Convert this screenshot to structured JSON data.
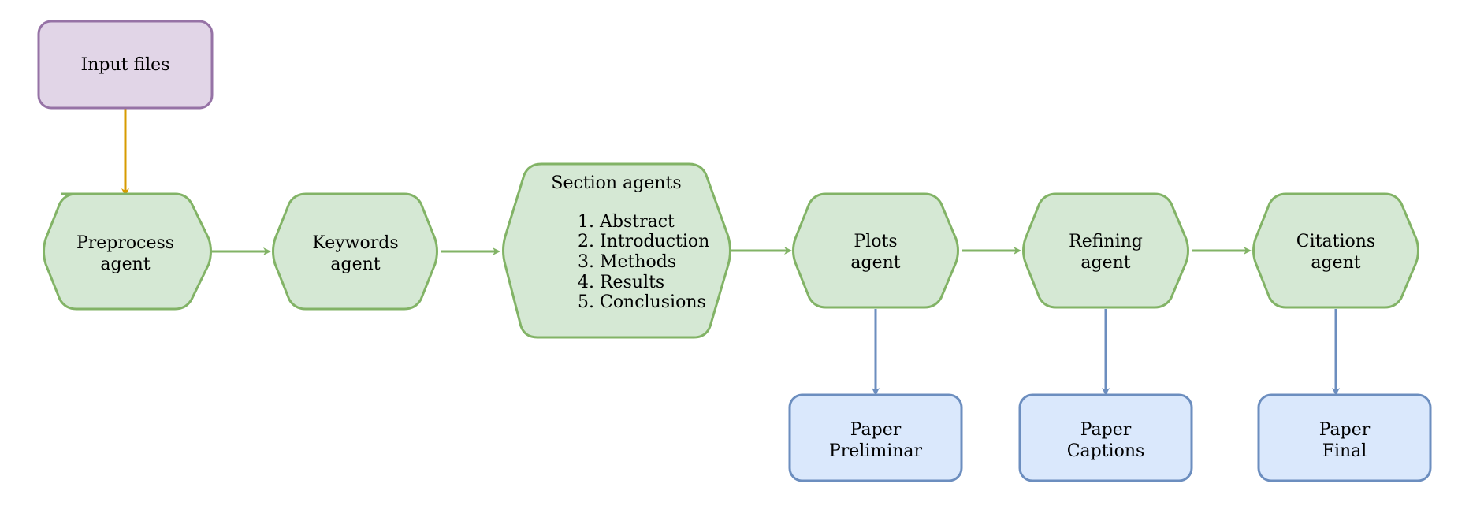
{
  "colors": {
    "agent_fill": "#d5e8d4",
    "agent_stroke": "#82b366",
    "input_fill": "#e1d5e7",
    "input_stroke": "#9673a6",
    "output_fill": "#dae8fc",
    "output_stroke": "#6c8ebf",
    "input_arrow": "#d79b00",
    "flow_arrow": "#82b366",
    "output_arrow": "#6c8ebf"
  },
  "nodes": {
    "input_files": {
      "line1": "Input files"
    },
    "preprocess": {
      "line1": "Preprocess",
      "line2": "agent"
    },
    "keywords": {
      "line1": "Keywords",
      "line2": "agent"
    },
    "section": {
      "title": "Section agents",
      "items": [
        "1. Abstract",
        "2. Introduction",
        "3. Methods",
        "4. Results",
        "5. Conclusions"
      ]
    },
    "plots": {
      "line1": "Plots",
      "line2": "agent"
    },
    "refining": {
      "line1": "Refining",
      "line2": "agent"
    },
    "citations": {
      "line1": "Citations",
      "line2": "agent"
    },
    "paper_preliminar": {
      "line1": "Paper",
      "line2": "Preliminar"
    },
    "paper_captions": {
      "line1": "Paper",
      "line2": "Captions"
    },
    "paper_final": {
      "line1": "Paper",
      "line2": "Final"
    }
  }
}
